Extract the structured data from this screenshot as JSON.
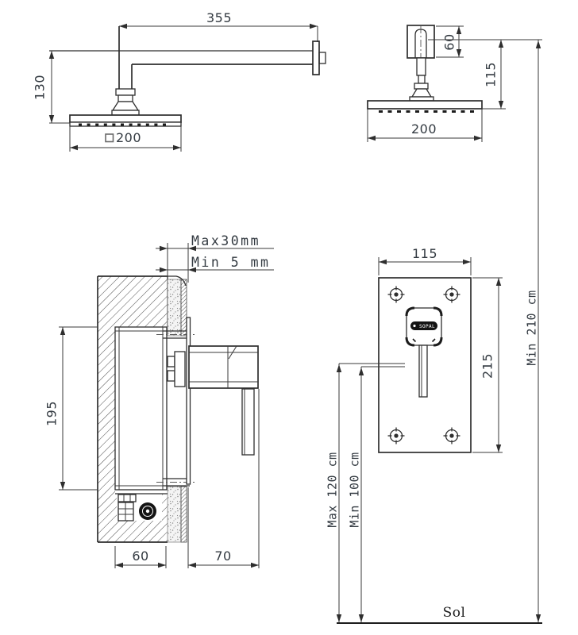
{
  "colors": {
    "line": "#2e2e2e",
    "dim_text": "#333a41",
    "logo_bg": "#141414",
    "logo_text": "#ffffff"
  },
  "side_view": {
    "arm_length": "355",
    "height": "130",
    "head_size": "200"
  },
  "front_view": {
    "flange_height": "60",
    "drop_height": "115",
    "head_width": "200"
  },
  "section_view": {
    "finish_max": "Max30mm",
    "finish_min": "Min 5 mm",
    "box_height": "195",
    "box_depth": "60",
    "handle_projection": "70"
  },
  "plate_view": {
    "plate_width": "115",
    "plate_height": "215",
    "logo": "SOPAL"
  },
  "install_heights": {
    "handle_max": "Max 120 cm",
    "handle_min": "Min 100 cm",
    "head_min": "Min 210 cm",
    "floor_label": "Sol"
  }
}
